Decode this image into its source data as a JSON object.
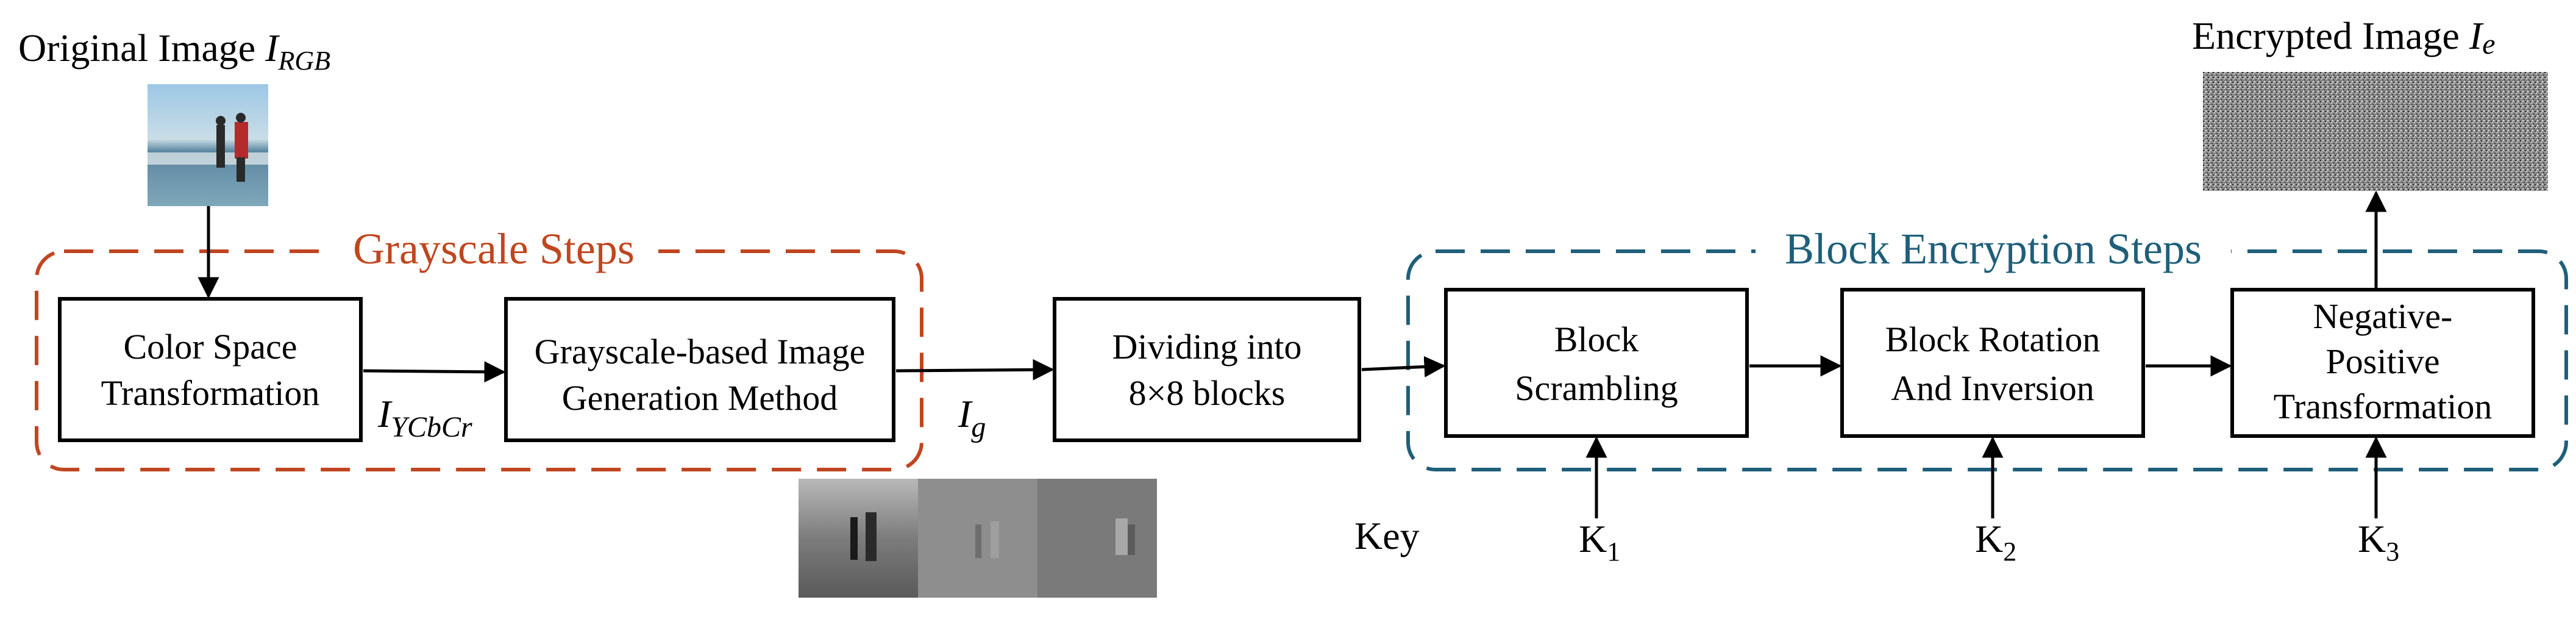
{
  "colors": {
    "grayscale_group": "#c0461f",
    "encryption_group": "#1f5f7a",
    "box_stroke": "#000000",
    "text": "#000000"
  },
  "inputs": {
    "original_image_label": {
      "main": "Original Image ",
      "sym": "I",
      "sub": "RGB"
    },
    "encrypted_image_label": {
      "main": "Encrypted Image ",
      "sym": "I",
      "sub": "e"
    }
  },
  "groups": {
    "grayscale_title": "Grayscale Steps",
    "encryption_title": "Block Encryption Steps"
  },
  "boxes": {
    "color_space": [
      "Color Space",
      "Transformation"
    ],
    "grayscale_method": [
      "Grayscale-based Image",
      "Generation Method"
    ],
    "dividing": [
      "Dividing into",
      "8×8 blocks"
    ],
    "scrambling": [
      "Block",
      "Scrambling"
    ],
    "rotation": [
      "Block Rotation",
      "And Inversion"
    ],
    "negpos": [
      "Negative-",
      "Positive",
      "Transformation"
    ]
  },
  "edges": {
    "ycbcr": {
      "sym": "I",
      "sub": "YCbCr"
    },
    "ig": {
      "sym": "I",
      "sub": "g"
    }
  },
  "keys": {
    "key_label": "Key",
    "k1": {
      "sym": "K",
      "sub": "1"
    },
    "k2": {
      "sym": "K",
      "sub": "2"
    },
    "k3": {
      "sym": "K",
      "sub": "3"
    }
  }
}
